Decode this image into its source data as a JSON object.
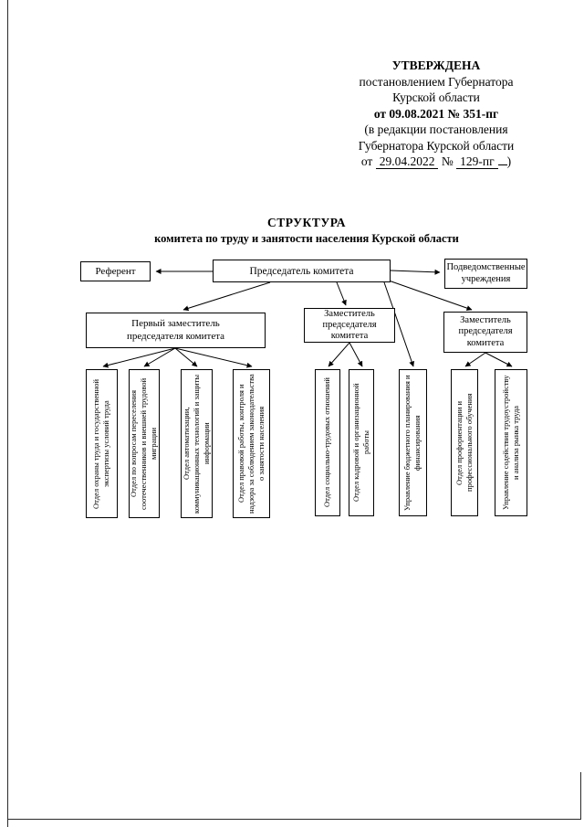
{
  "approval": {
    "line1": "УТВЕРЖДЕНА",
    "line2": "постановлением Губернатора",
    "line3": "Курской области",
    "line4": "от 09.08.2021 № 351-пг",
    "line5": "(в редакции постановления",
    "line6": "Губернатора Курской области",
    "line7_prefix": "от",
    "line7_date": "29.04.2022",
    "line7_numsign": "№",
    "line7_number": "129-пг",
    "line7_suffix": ")"
  },
  "title": {
    "line1": "СТРУКТУРА",
    "line2": "комитета по труду и занятости населения Курской области"
  },
  "chart": {
    "referent": "Референт",
    "chairman": "Председатель комитета",
    "subordinate_institutions": "Подведомственные учреждения",
    "first_deputy": "Первый заместитель председателя комитета",
    "deputy_center": "Заместитель председателя комитета",
    "deputy_right": "Заместитель председателя комитета",
    "dept_labor_protection": "Отдел охраны труда и государственной экспертизы условий труда",
    "dept_resettlement": "Отдел по вопросам переселения соотечественников и внешней трудовой миграции",
    "dept_automation": "Отдел автоматизации, коммуникационных технологий и защиты информации",
    "dept_legal": "Отдел правовой работы, контроля и надзора за соблюдением законодательства о занятости населения",
    "dept_social_labor": "Отдел социально-трудовых отношений",
    "dept_hr_org": "Отдел кадровой и организационной работы",
    "dept_budget": "Управление бюджетного планирования и финансирования",
    "dept_career_guidance": "Отдел профориентации и профессионального обучения",
    "dept_employment_assist": "Управление содействия трудоустройству и анализа рынка труда"
  }
}
